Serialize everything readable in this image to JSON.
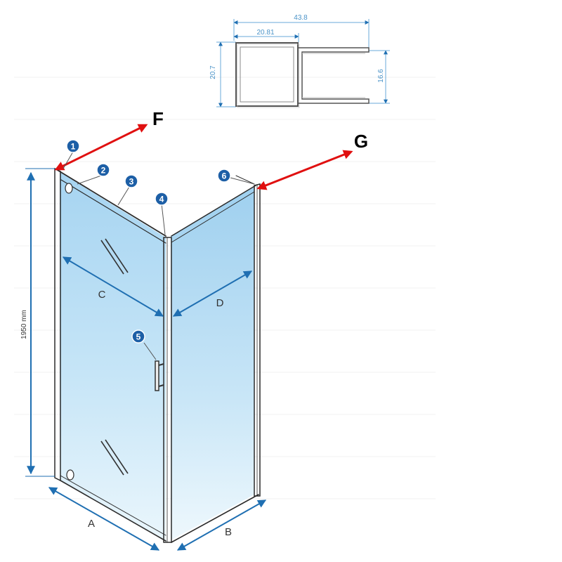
{
  "profile": {
    "width_total": "43.8",
    "width_inner": "20.81",
    "height_left": "20.7",
    "height_right": "16.6"
  },
  "dimensions": {
    "height": "1950 mm",
    "a": "A",
    "b": "B",
    "c": "C",
    "d": "D"
  },
  "arrows": {
    "f": "F",
    "g": "G"
  },
  "markers": [
    "1",
    "2",
    "3",
    "4",
    "5",
    "6"
  ],
  "colors": {
    "dimension_blue": "#1f6fb2",
    "marker_blue": "#1d5fa6",
    "arrow_red": "#e01010",
    "glass_top": "#a9d6f2",
    "glass_bottom": "#e4f3fb",
    "frame": "#2b2b2b"
  }
}
